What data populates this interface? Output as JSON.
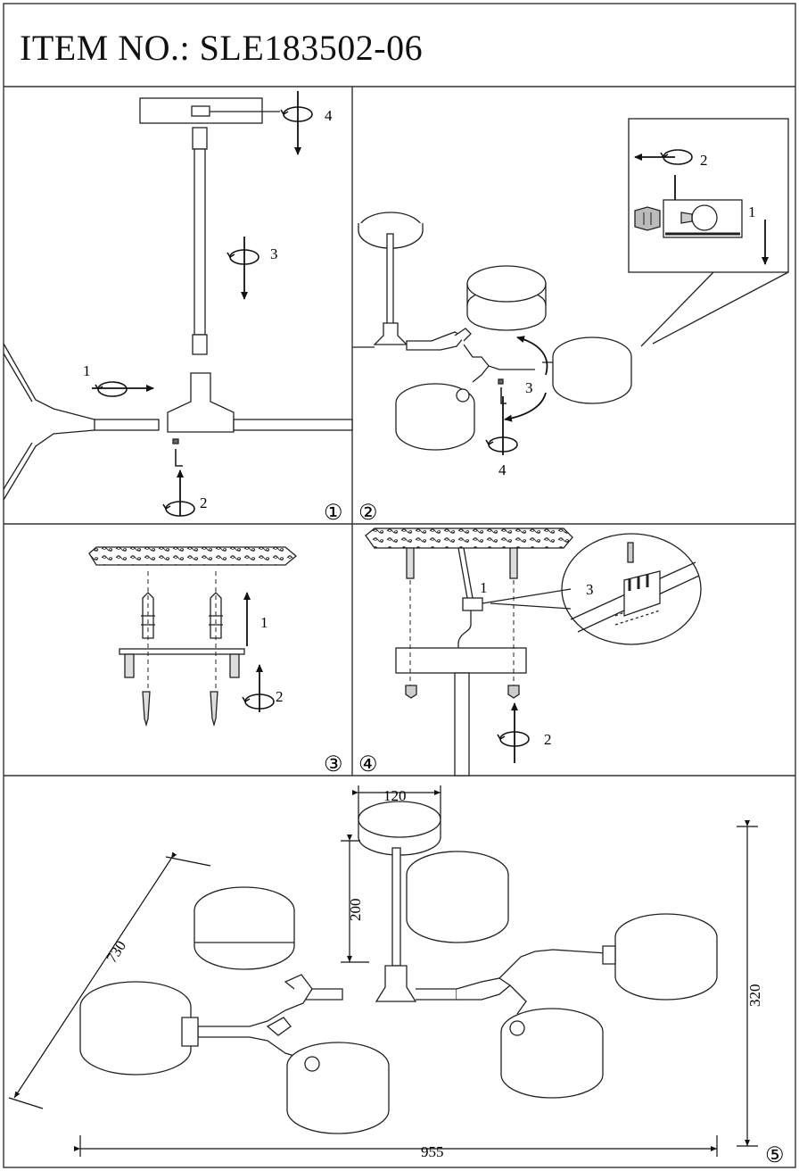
{
  "header": {
    "title": "ITEM NO.: SLE183502-06"
  },
  "panels": {
    "p1": {
      "step_marker": "①",
      "labels": [
        "1",
        "2",
        "3",
        "4"
      ]
    },
    "p2": {
      "step_marker": "②",
      "labels": [
        "1",
        "2",
        "3",
        "4"
      ]
    },
    "p3": {
      "step_marker": "③",
      "labels": [
        "1",
        "2"
      ]
    },
    "p4": {
      "step_marker": "④",
      "labels": [
        "1",
        "2",
        "3"
      ]
    },
    "p5": {
      "step_marker": "⑤"
    }
  },
  "dimensions": {
    "canopy_width": "120",
    "drop_height": "200",
    "total_height": "320",
    "diagonal_span": "730",
    "total_width": "955"
  },
  "colors": {
    "line": "#222222",
    "background": "#ffffff"
  },
  "icons": [
    "rotate-arrow-icon",
    "direction-arrow-icon",
    "bulb-icon",
    "screw-icon",
    "wall-plug-icon",
    "terminal-block-icon",
    "allen-key-icon"
  ]
}
